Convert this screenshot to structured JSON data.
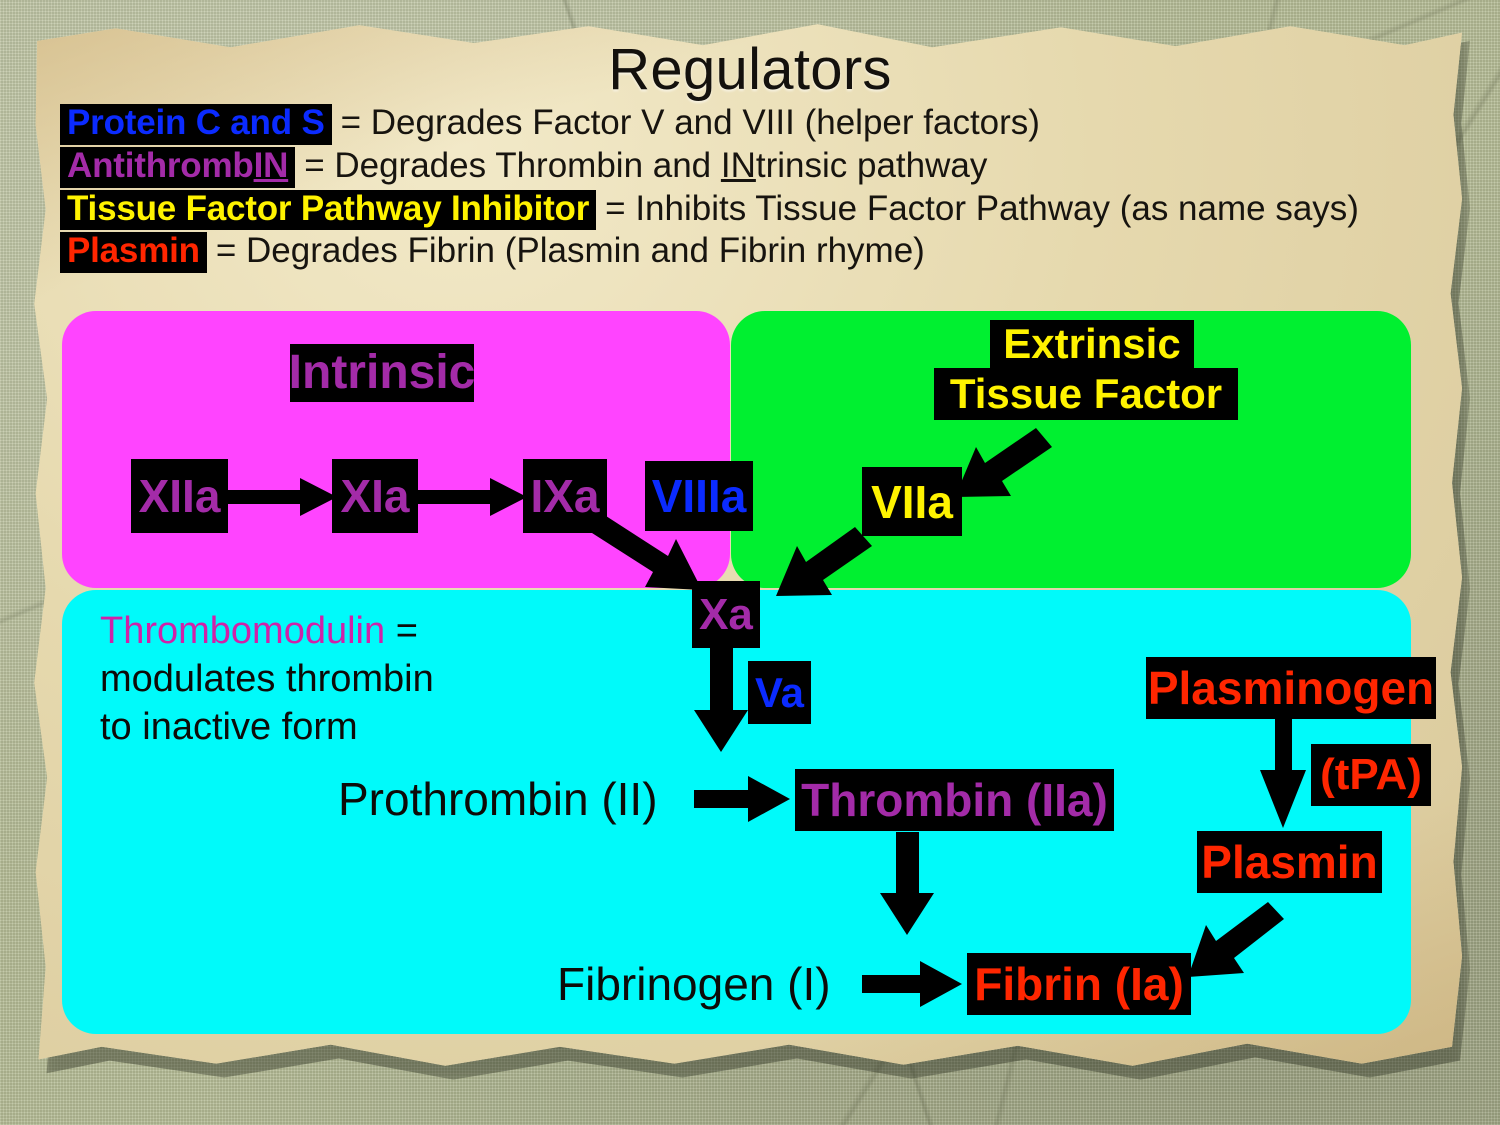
{
  "title": "Regulators",
  "legend": [
    {
      "key": "Protein C and S",
      "key_color": "#0B2BFF",
      "desc": "= Degrades Factor V and VIII (helper factors)"
    },
    {
      "key": "AntithrombIN",
      "key_color": "#A32BA8",
      "desc": "= Degrades Thrombin and INtrinsic pathway"
    },
    {
      "key": "Tissue Factor Pathway Inhibitor",
      "key_color": "#FFF300",
      "desc": "= Inhibits Tissue Factor Pathway (as name says)"
    },
    {
      "key": "Plasmin",
      "key_color": "#FF2600",
      "desc": "= Degrades Fibrin (Plasmin and Fibrin rhyme)"
    }
  ],
  "panels": {
    "intrinsic": {
      "label": "Intrinsic",
      "color": "#FF44FF",
      "text_color": "#A32BA8"
    },
    "extrinsic": {
      "label_line1": "Extrinsic",
      "label_line2": "Tissue Factor",
      "color": "#00F030",
      "text_color": "#FFF300"
    },
    "common": {
      "color": "#00FAFA"
    }
  },
  "nodes": {
    "xiia": "XIIa",
    "xia": "XIa",
    "ixa": "IXa",
    "viiia": "VIIIa",
    "viia": "VIIa",
    "xa": "Xa",
    "va": "Va",
    "prothrombin": "Prothrombin (II)",
    "thrombin": "Thrombin (IIa)",
    "fibrinogen": "Fibrinogen (I)",
    "fibrin": "Fibrin (Ia)",
    "plasminogen": "Plasminogen",
    "tpa": "(tPA)",
    "plasmin": "Plasmin"
  },
  "notes": {
    "thrombomodulin_key": "Thrombomodulin",
    "thrombomodulin_eq": "=",
    "thrombomodulin_line2": "modulates thrombin",
    "thrombomodulin_line3": "to inactive form"
  },
  "colors": {
    "black": "#000000",
    "blue": "#0B2BFF",
    "purple": "#A32BA8",
    "yellow": "#FFF300",
    "red": "#FF2600",
    "magenta_panel": "#FF44FF",
    "green_panel": "#00F030",
    "cyan_panel": "#00FAFA",
    "paper": "#E8DCB4",
    "backdrop": "#B6BD97"
  }
}
